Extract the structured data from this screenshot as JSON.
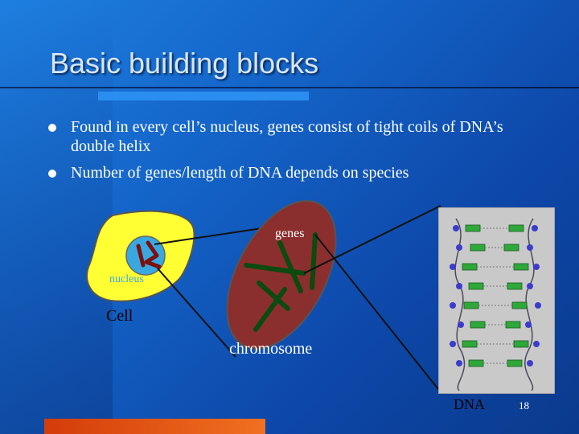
{
  "slide": {
    "title": "Basic building blocks",
    "page_number": "18"
  },
  "bullets": [
    "Found in every cell’s nucleus, genes consist of tight coils of DNA’s double helix",
    "Number of genes/length of DNA depends on species"
  ],
  "diagram": {
    "nucleus_label": "nucleus",
    "cell_label": "Cell",
    "genes_label": "genes",
    "chromosome_label": "chromosome",
    "dna_label": "DNA"
  },
  "colors": {
    "cell_fill": "#ffff33",
    "nucleus_fill": "#3aa8e0",
    "chromosome_fill": "#8b2e2e",
    "chromatid": "#0b4a10",
    "accent_bar": "#2a8ef0",
    "bottom_bar": "#e85a12"
  }
}
